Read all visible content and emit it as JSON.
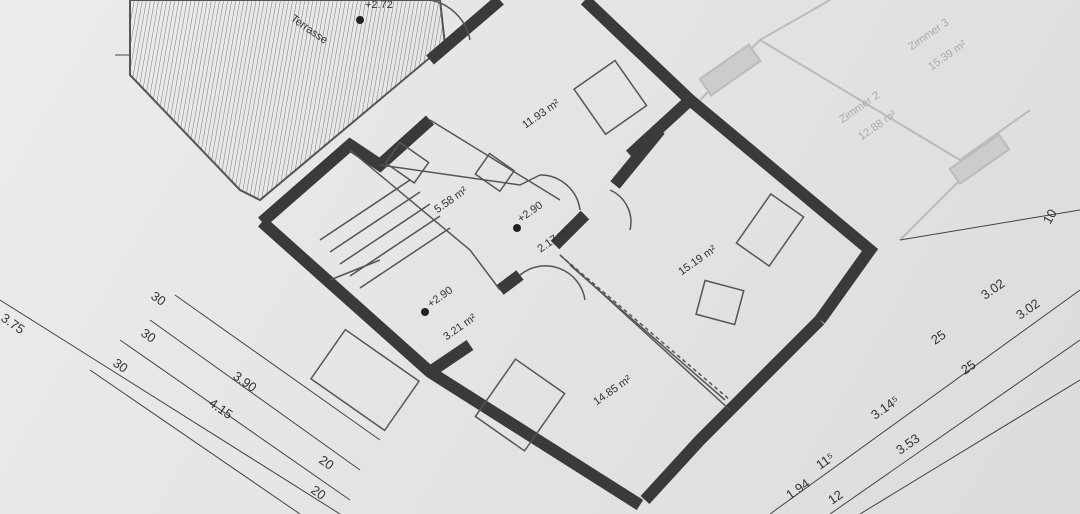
{
  "rooms": [
    {
      "label": "Terrasse",
      "level": "+2.72"
    },
    {
      "area": "11.93 m²"
    },
    {
      "area": "5.58 m²"
    },
    {
      "level": "+2.90",
      "area": "2.17 m²"
    },
    {
      "area": "15.19 m²"
    },
    {
      "level": "+2.90",
      "area": "3.21 m²"
    },
    {
      "area": "14.85 m²"
    },
    {
      "label": "Zimmer 2",
      "area": "12.88 m²"
    },
    {
      "label": "Zimmer 3",
      "area": "15.39 m²"
    }
  ],
  "dimensions_left": [
    "3.75",
    "30",
    "30",
    "30",
    "3.90",
    "4.15",
    "20",
    "20"
  ],
  "dimensions_bottom": [
    "1.94",
    "11⁵",
    "12",
    "3.14⁵",
    "3.53",
    "25",
    "25",
    "3.02",
    "3.02",
    "10"
  ],
  "colors": {
    "paper": "#e6e6e6",
    "wall": "#3a3a3a",
    "line": "#555555"
  }
}
